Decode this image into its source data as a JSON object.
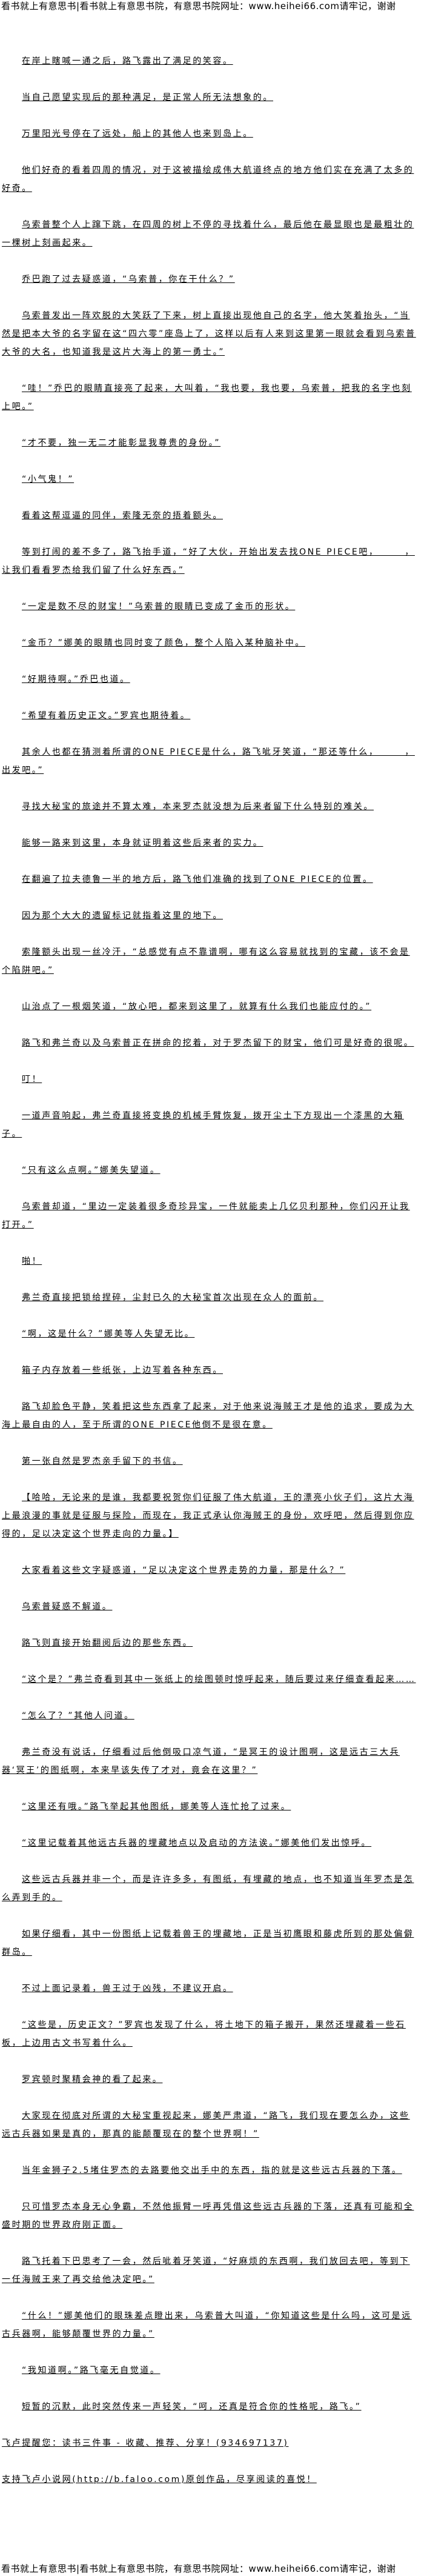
{
  "banner": "看书就上有意思书|看书就上有意思书院，有意思书院网址：www.heihei66.com请牢记，谢谢",
  "paragraphs": [
    "在岸上瞎喊一通之后，路飞露出了满足的笑容。",
    "当自己愿望实现后的那种满足，是正常人所无法想象的。",
    "万里阳光号停在了远处，船上的其他人也来到岛上。",
    "他们好奇的看着四周的情况，对于这被描绘成伟大航道终点的地方他们实在充满了太多的好奇。",
    "乌索普整个人上蹿下跳，在四周的树上不停的寻找着什么，最后他在最显眼也是最粗壮的一棵树上刻画起来。",
    "乔巴跑了过去疑惑道，“乌索普，你在干什么？”",
    "乌索普发出一阵欢脱的大笑跃了下来，树上直接出现他自己的名字，他大笑着抬头，“当然是把本大爷的名字留在这“四六零”座岛上了，这样以后有人来到这里第一眼就会看到乌索普大爷的大名，也知道我是这片大海上的第一勇士。”",
    "“哇！”乔巴的眼睛直接亮了起来，大叫着，“我也要，我也要，乌索普，把我的名字也刻上吧。”",
    "“才不要，独一无二才能彰显我尊贵的身份。”",
    "“小气鬼！”",
    "看着这帮逗逼的同伴，索隆无奈的捂着额头。",
    "等到打闹的差不多了，路飞抬手道，“好了大伙，开始出发去找ONE PIECE吧，　　　，让我们看看罗杰给我们留了什么好东西。”",
    "“一定是数不尽的财宝！”乌索普的眼睛已变成了金币的形状。",
    "“金币？”娜美的眼睛也同时变了颜色，整个人陷入某种脑补中。",
    "“好期待啊。”乔巴也道。",
    "“希望有着历史正文。”罗宾也期待着。",
    "其余人也都在猜测着所谓的ONE PIECE是什么，路飞呲牙笑道，“那还等什么，　　　，出发吧。”",
    "寻找大秘宝的旅途并不算太难，本来罗杰就没想为后来者留下什么特别的难关。",
    "能够一路来到这里，本身就证明着这些后来者的实力。",
    "在翻遍了拉夫德鲁一半的地方后，路飞他们准确的找到了ONE PIECE的位置。",
    "因为那个大大的遗留标记就指着这里的地下。",
    "索隆额头出现一丝冷汗，“总感觉有点不靠谱啊，哪有这么容易就找到的宝藏，该不会是个陷阱吧。”",
    "山治点了一根烟笑道，“放心吧，都来到这里了，就算有什么我们也能应付的。”",
    "路飞和弗兰奇以及乌索普正在拼命的挖着，对于罗杰留下的财宝，他们可是好奇的很呢。",
    "叮！",
    "一道声音响起，弗兰奇直接将变换的机械手臂恢复，拨开尘土下方现出一个漆黑的大箱子。",
    "“只有这么点啊。”娜美失望道。",
    "乌索普却道，“里边一定装着很多奇珍异宝，一件就能卖上几亿贝利那种，你们闪开让我打开。”",
    "啪！",
    "弗兰奇直接把锁给捏碎，尘封已久的大秘宝首次出现在众人的面前。",
    "“啊，这是什么？”娜美等人失望无比。",
    "箱子内存放着一些纸张，上边写着各种东西。",
    "路飞却脸色平静，笑着把这些东西拿了起来，对于他来说海贼王才是他的追求，要成为大海上最自由的人，至于所谓的ONE PIECE他倒不是很在意。",
    "第一张自然是罗杰亲手留下的书信。",
    "【哈哈，无论来的是谁，我都要祝贺你们征服了伟大航道，王的漂亮小伙子们，这片大海上最浪漫的事就是征服与探险，而现在，我正式承认你海贼王的身份，欢呼吧，然后得到你应得的，足以决定这个世界走向的力量。】",
    "大家看着这些文字疑惑道，“足以决定这个世界走势的力量，那是什么？”",
    "乌索普疑惑不解道。",
    "路飞则直接开始翻阅后边的那些东西。",
    "“这个是？”弗兰奇看到其中一张纸上的绘图顿时惊呼起来，随后要过来仔细查看起来……",
    "“怎么了？”其他人问道。",
    "弗兰奇没有说话，仔细看过后他倒吸口凉气道，“是冥王的设计图啊，这是远古三大兵器‘冥王’的图纸啊，本来早该失传了才对，竟会在这里？”",
    "“这里还有哦。”路飞举起其他图纸，娜美等人连忙抢了过来。",
    "“这里记载着其他远古兵器的埋藏地点以及启动的方法诶。”娜美他们发出惊呼。",
    "这些远古兵器并非一个，而是许许多多，有图纸，有埋藏的地点，也不知道当年罗杰是怎么弄到手的。",
    "如果仔细看，其中一份图纸上记载着兽王的埋藏地，正是当初鹰眼和藤虎所到的那处偏僻群岛。",
    "不过上面记录着，兽王过于凶残，不建议开启。",
    "“这些是，历史正文？”罗宾也发现了什么，将土地下的箱子搬开，果然还埋藏着一些石板，上边用古文书写着什么。",
    "罗宾顿时聚精会神的看了起来。",
    "大家现在彻底对所谓的大秘宝重视起来，娜美严肃道，“路飞，我们现在要怎么办，这些远古兵器如果是真的，那真的能颠覆现在的整个世界啊！”",
    "当年金狮子2.5堵住罗杰的去路要他交出手中的东西，指的就是这些远古兵器的下落。",
    "只可惜罗杰本身无心争霸，不然他振臂一呼再凭借这些远古兵器的下落，还真有可能和全盛时期的世界政府刚正面。",
    "路飞托着下巴思考了一会，然后呲着牙笑道，“好麻烦的东西啊，我们放回去吧，等到下一任海贼王来了再交给他决定吧。”",
    "“什么！”娜美他们的眼珠差点瞪出来，乌索普大叫道，“你知道这些是什么吗，这可是远古兵器啊，能够颠覆世界的力量。”",
    "“我知道啊。”路飞毫无自觉道。",
    "短暂的沉默，此时突然传来一声轻笑，“呵，还真是符合你的性格呢，路飞。”"
  ],
  "footer_notes": [
    "飞卢提醒您：读书三件事 - 收藏、推荐、分享！(934697137)",
    "支持飞卢小说网(http://b.faloo.com)原创作品，尽享阅读的喜悦！"
  ]
}
